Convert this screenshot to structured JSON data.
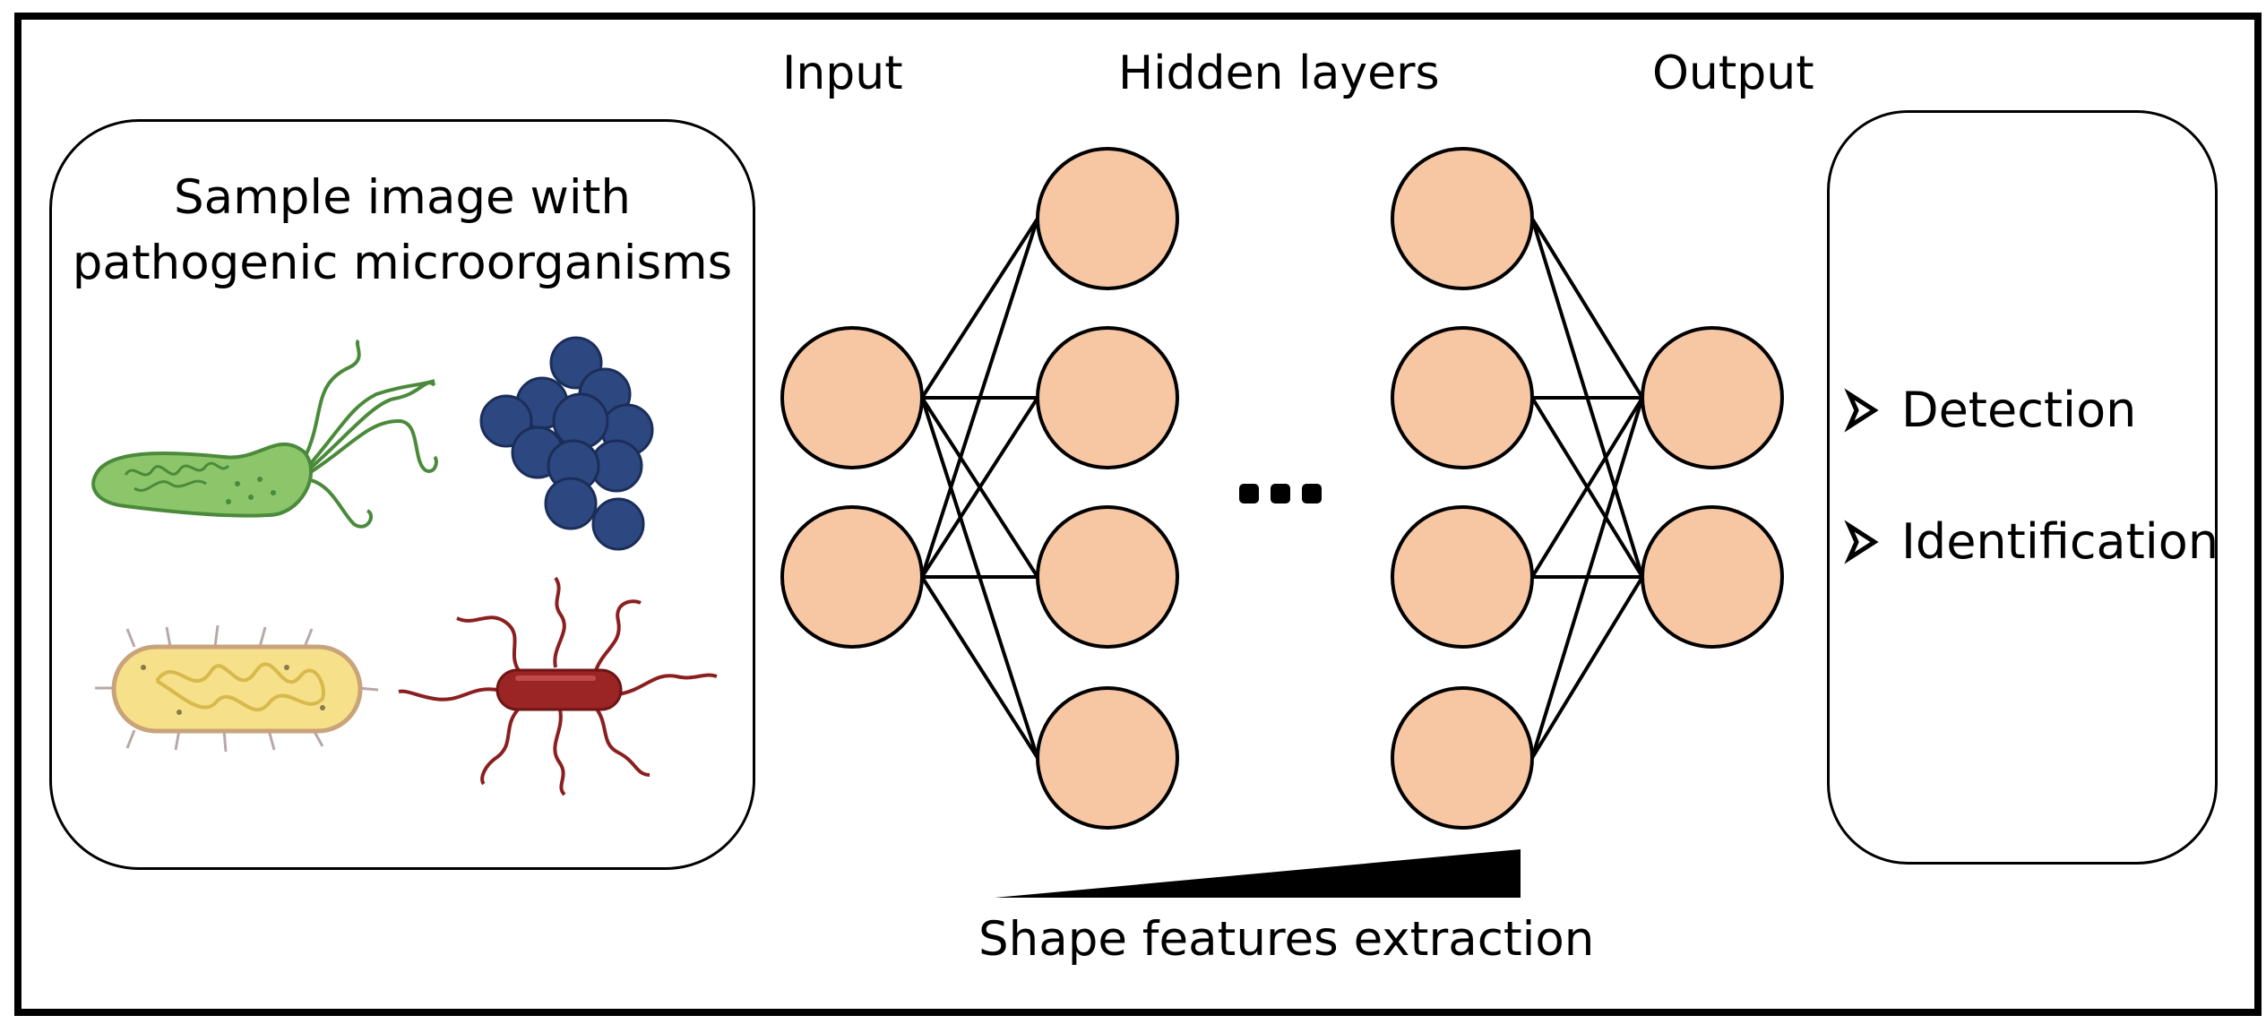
{
  "layer_titles": {
    "input": "Input",
    "hidden": "Hidden layers",
    "output": "Output"
  },
  "sample_panel": {
    "title_line1": "Sample image with",
    "title_line2": "pathogenic microorganisms",
    "microorganisms": [
      "flagellated-bacterium-icon",
      "coccus-cluster-icon",
      "bacillus-icon",
      "peritrichous-rod-icon"
    ]
  },
  "network": {
    "ellipsis_icon": "ellipsis-icon",
    "node_color": "#f7c7a4",
    "layers": [
      {
        "name": "input",
        "nodes": 2
      },
      {
        "name": "hidden-first",
        "nodes": 4
      },
      {
        "name": "hidden-last",
        "nodes": 4
      },
      {
        "name": "output",
        "nodes": 2
      }
    ]
  },
  "outputs": {
    "items": [
      "Detection",
      "Identification"
    ],
    "bullet_icon": "arrowhead-bullet-icon"
  },
  "feature_label": "Shape features extraction",
  "colors": {
    "node_fill": "#f7c7a4",
    "bacterium_green": "#7cbf5c",
    "coccus_blue": "#2d4780",
    "bacillus_yellow": "#f6e08a",
    "rod_red": "#9b2424"
  }
}
